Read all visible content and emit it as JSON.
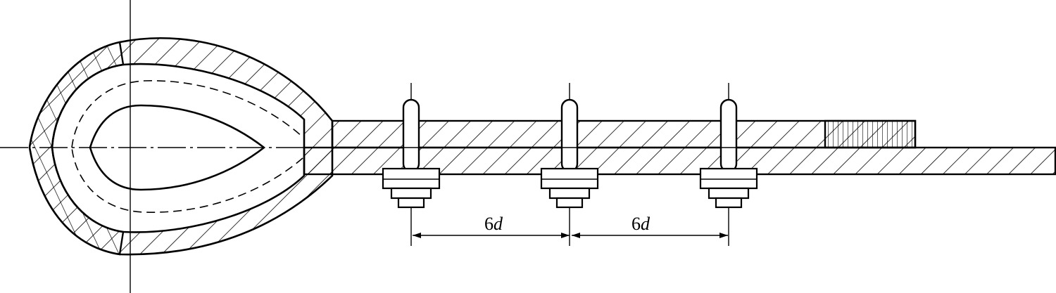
{
  "diagram": {
    "ink_color": "#000000",
    "background_color": "#ffffff",
    "dimensions": [
      {
        "number": "6",
        "variable": "d"
      },
      {
        "number": "6",
        "variable": "d"
      }
    ]
  }
}
